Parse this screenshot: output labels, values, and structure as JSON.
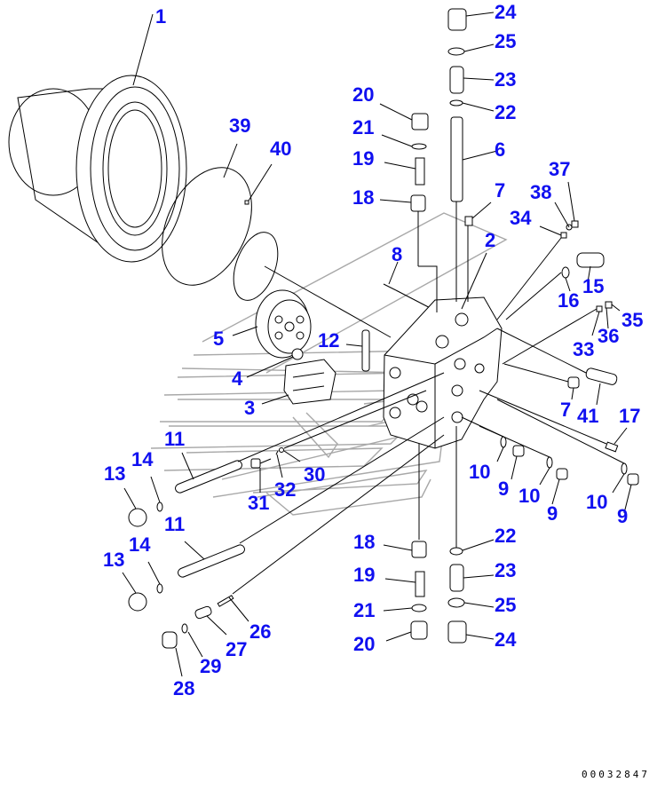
{
  "diagram": {
    "title": "Travel motor exploded parts view",
    "drawing_code": "00032847",
    "label_color": "#1010f0",
    "line_color": "#000000",
    "watermark_color": "#a8a8a8"
  },
  "callouts": [
    {
      "id": "c1",
      "text": "1"
    },
    {
      "id": "c39",
      "text": "39"
    },
    {
      "id": "c40",
      "text": "40"
    },
    {
      "id": "c24a",
      "text": "24"
    },
    {
      "id": "c25a",
      "text": "25"
    },
    {
      "id": "c23a",
      "text": "23"
    },
    {
      "id": "c22a",
      "text": "22"
    },
    {
      "id": "c20a",
      "text": "20"
    },
    {
      "id": "c21a",
      "text": "21"
    },
    {
      "id": "c19a",
      "text": "19"
    },
    {
      "id": "c18a",
      "text": "18"
    },
    {
      "id": "c6",
      "text": "6"
    },
    {
      "id": "c7a",
      "text": "7"
    },
    {
      "id": "c37",
      "text": "37"
    },
    {
      "id": "c38",
      "text": "38"
    },
    {
      "id": "c34",
      "text": "34"
    },
    {
      "id": "c2",
      "text": "2"
    },
    {
      "id": "c8",
      "text": "8"
    },
    {
      "id": "c15",
      "text": "15"
    },
    {
      "id": "c16",
      "text": "16"
    },
    {
      "id": "c35",
      "text": "35"
    },
    {
      "id": "c36",
      "text": "36"
    },
    {
      "id": "c33",
      "text": "33"
    },
    {
      "id": "c5",
      "text": "5"
    },
    {
      "id": "c12",
      "text": "12"
    },
    {
      "id": "c4",
      "text": "4"
    },
    {
      "id": "c3",
      "text": "3"
    },
    {
      "id": "c7b",
      "text": "7"
    },
    {
      "id": "c41",
      "text": "41"
    },
    {
      "id": "c17",
      "text": "17"
    },
    {
      "id": "c11a",
      "text": "11"
    },
    {
      "id": "c14a",
      "text": "14"
    },
    {
      "id": "c13a",
      "text": "13"
    },
    {
      "id": "c30",
      "text": "30"
    },
    {
      "id": "c32",
      "text": "32"
    },
    {
      "id": "c31",
      "text": "31"
    },
    {
      "id": "c10a",
      "text": "10"
    },
    {
      "id": "c9a",
      "text": "9"
    },
    {
      "id": "c10b",
      "text": "10"
    },
    {
      "id": "c9b",
      "text": "9"
    },
    {
      "id": "c10c",
      "text": "10"
    },
    {
      "id": "c9c",
      "text": "9"
    },
    {
      "id": "c11b",
      "text": "11"
    },
    {
      "id": "c14b",
      "text": "14"
    },
    {
      "id": "c13b",
      "text": "13"
    },
    {
      "id": "c26",
      "text": "26"
    },
    {
      "id": "c27",
      "text": "27"
    },
    {
      "id": "c29",
      "text": "29"
    },
    {
      "id": "c28",
      "text": "28"
    },
    {
      "id": "c18b",
      "text": "18"
    },
    {
      "id": "c22b",
      "text": "22"
    },
    {
      "id": "c19b",
      "text": "19"
    },
    {
      "id": "c23b",
      "text": "23"
    },
    {
      "id": "c21b",
      "text": "21"
    },
    {
      "id": "c25b",
      "text": "25"
    },
    {
      "id": "c20b",
      "text": "20"
    },
    {
      "id": "c24b",
      "text": "24"
    }
  ]
}
